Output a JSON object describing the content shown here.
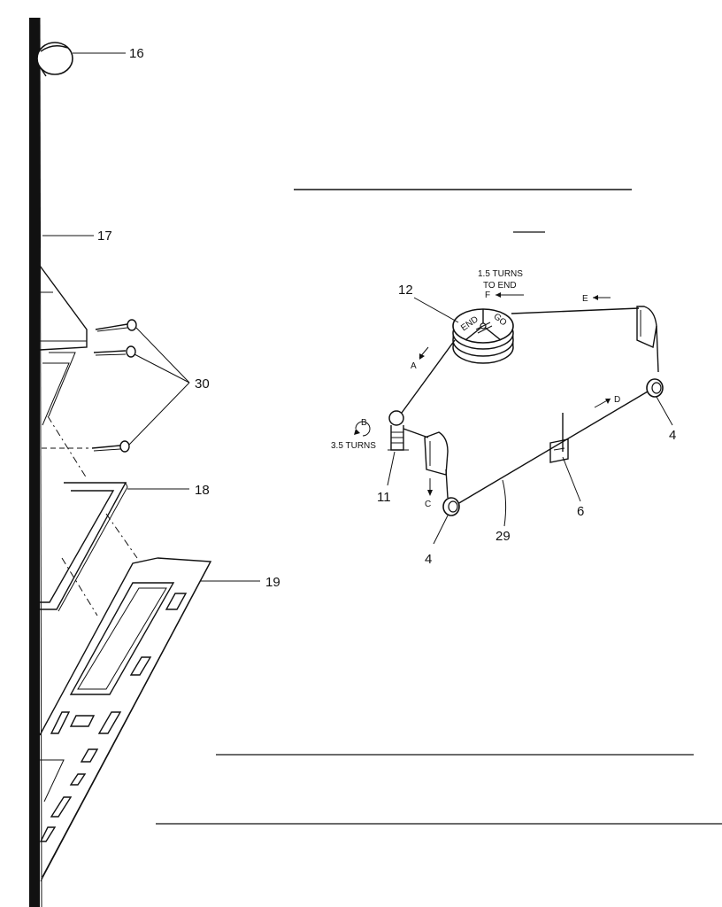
{
  "callouts": {
    "c16": "16",
    "c17": "17",
    "c30": "30",
    "c18": "18",
    "c19": "19",
    "c12": "12",
    "c11": "11",
    "c4a": "4",
    "c4b": "4",
    "c6": "6",
    "c29": "29"
  },
  "notes": {
    "turns_to_end_1": "1.5 TURNS",
    "turns_to_end_2": "TO END",
    "turns_b": "3.5 TURNS",
    "dial_end": "END",
    "dial_go": "GO"
  },
  "arrows": {
    "a": "A",
    "b": "B",
    "c": "C",
    "d": "D",
    "e": "E",
    "f": "F"
  }
}
